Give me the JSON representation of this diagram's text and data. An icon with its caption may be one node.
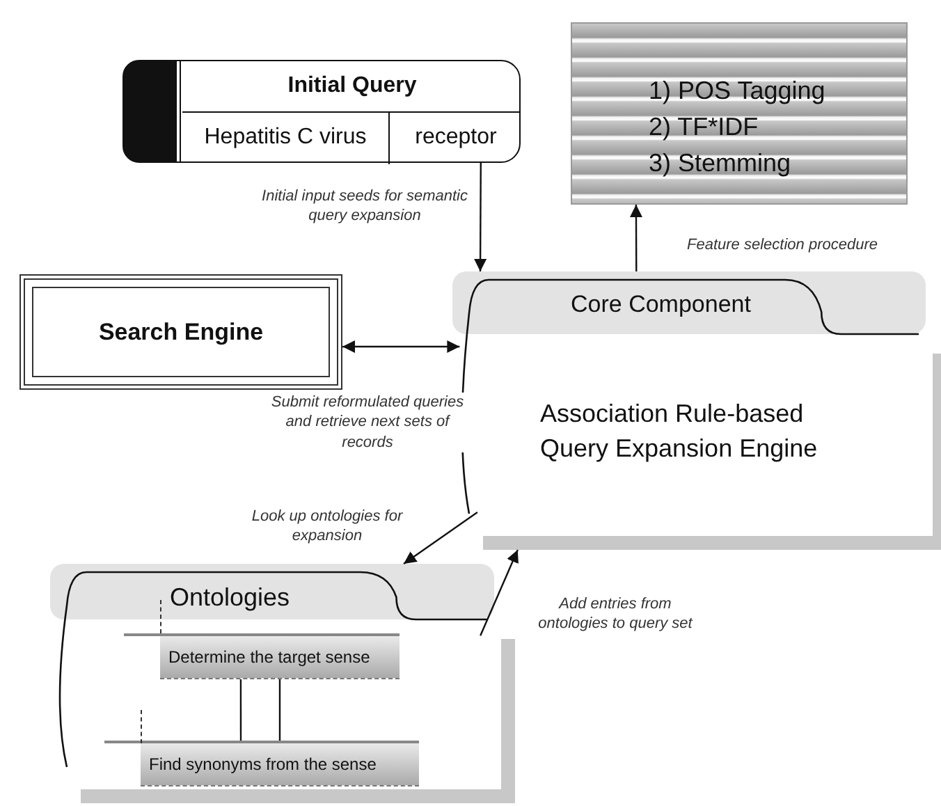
{
  "diagram": {
    "nodes": [
      {
        "text": [
          "Initial Query"
        ]
      },
      {
        "text": [
          "Hepatitis C virus"
        ],
        "in": 0
      },
      {
        "text": [
          "receptor"
        ],
        "in": 0
      },
      {
        "text": [
          "1) POS Tagging",
          "2) TF*IDF",
          "3) Stemming"
        ]
      },
      {
        "text": [
          "Search Engine"
        ]
      },
      {
        "text": [
          "Core Component",
          "Association Rule-based Query Expansion Engine"
        ]
      },
      {
        "text": [
          "Ontologies"
        ]
      },
      {
        "text": [
          "Determine the target sense"
        ],
        "in": 6
      },
      {
        "text": [
          "Find synonyms from the sense"
        ],
        "in": 6
      }
    ],
    "edges": [
      {
        "from": 0,
        "to": 5,
        "arrow": "to",
        "label": "Initial input seeds for semantic query expansion"
      },
      {
        "from": 5,
        "to": 3,
        "arrow": "to",
        "label": "Feature selection procedure"
      },
      {
        "from": 4,
        "to": 5,
        "arrow": "both",
        "label": "Submit reformulated queries and retrieve next sets of records"
      },
      {
        "from": 5,
        "to": 6,
        "arrow": "to",
        "label": "Look up ontologies for expansion"
      },
      {
        "from": 6,
        "to": 5,
        "arrow": "to",
        "label": "Add entries from ontologies to query set"
      },
      {
        "from": 7,
        "to": 8,
        "arrow": "none"
      },
      {
        "from": 7,
        "to": 8,
        "arrow": "none"
      }
    ]
  }
}
